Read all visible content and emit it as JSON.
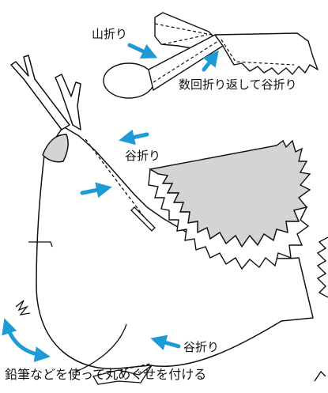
{
  "labels": {
    "mountain_fold": "山折り",
    "fold_back_valley": "数回折り返して谷折り",
    "valley_fold_1": "谷折り",
    "valley_fold_2": "谷折り",
    "pencil_instruction": "鉛筆などを使って丸めぐせを付ける"
  },
  "colors": {
    "arrow": "#1e9bd7",
    "gray_fill": "#d4d4d4",
    "stroke": "#111111",
    "paper": "#ffffff"
  }
}
